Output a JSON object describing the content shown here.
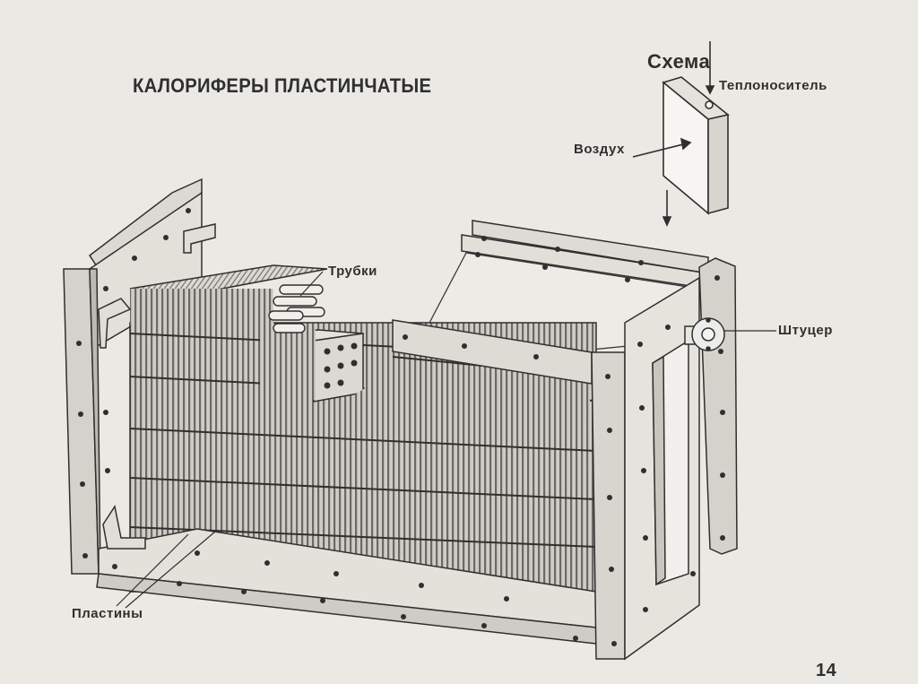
{
  "title": "КАЛОРИФЕРЫ ПЛАСТИНЧАТЫЕ",
  "scheme": {
    "title": "Схема",
    "coolant_label": "Теплоноситель",
    "air_label": "Воздух"
  },
  "labels": {
    "tubes": "Трубки",
    "fitting": "Штуцер",
    "plates": "Пластины"
  },
  "page_number": "14",
  "colors": {
    "background": "#ebe9e4",
    "line": "#2f2f2f",
    "frame": "#d9d6d0",
    "fins_light": "#cfccc6",
    "fins_dark": "#5a5855"
  }
}
